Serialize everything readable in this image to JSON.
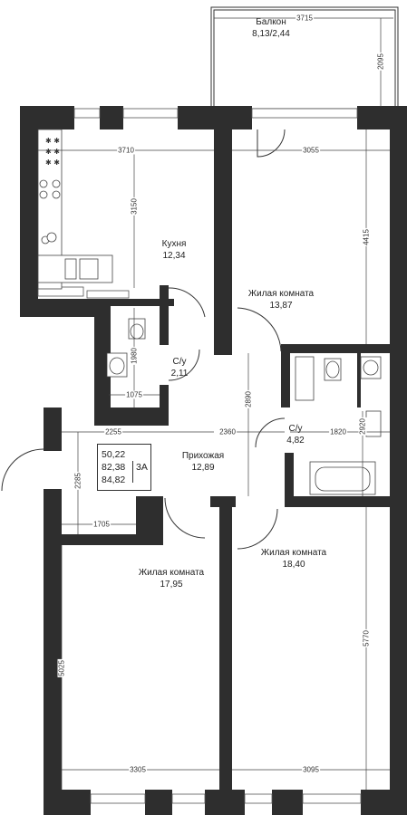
{
  "rooms": {
    "balcony": {
      "name": "Балкон",
      "area": "8,13/2,44"
    },
    "kitchen": {
      "name": "Кухня",
      "area": "12,34"
    },
    "living1": {
      "name": "Жилая комната",
      "area": "13,87"
    },
    "bath_small": {
      "name": "С/у",
      "area": "2,11"
    },
    "bath_large": {
      "name": "С/у",
      "area": "4,82"
    },
    "hallway": {
      "name": "Прихожая",
      "area": "12,89"
    },
    "living2": {
      "name": "Жилая комната",
      "area": "17,95"
    },
    "living3": {
      "name": "Жилая комната",
      "area": "18,40"
    }
  },
  "area_summary": {
    "living": "50,22",
    "total": "82,38",
    "total_with_balcony": "84,82",
    "unit_type": "3А"
  },
  "dimensions": {
    "balcony_width": "3715",
    "balcony_depth": "2095",
    "kitchen_width": "3710",
    "kitchen_depth": "3150",
    "living1_width": "3055",
    "living1_depth": "4415",
    "bath_small_depth": "1980",
    "bath_small_width": "1075",
    "hall_left_width": "2255",
    "hall_right_width": "2360",
    "hall_depth": "2890",
    "bath_large_width": "1820",
    "bath_large_depth": "2920",
    "entry_depth": "2285",
    "entry_width": "1705",
    "living2_depth": "5025",
    "living2_width": "3305",
    "living3_depth": "5770",
    "living3_width": "3095"
  }
}
